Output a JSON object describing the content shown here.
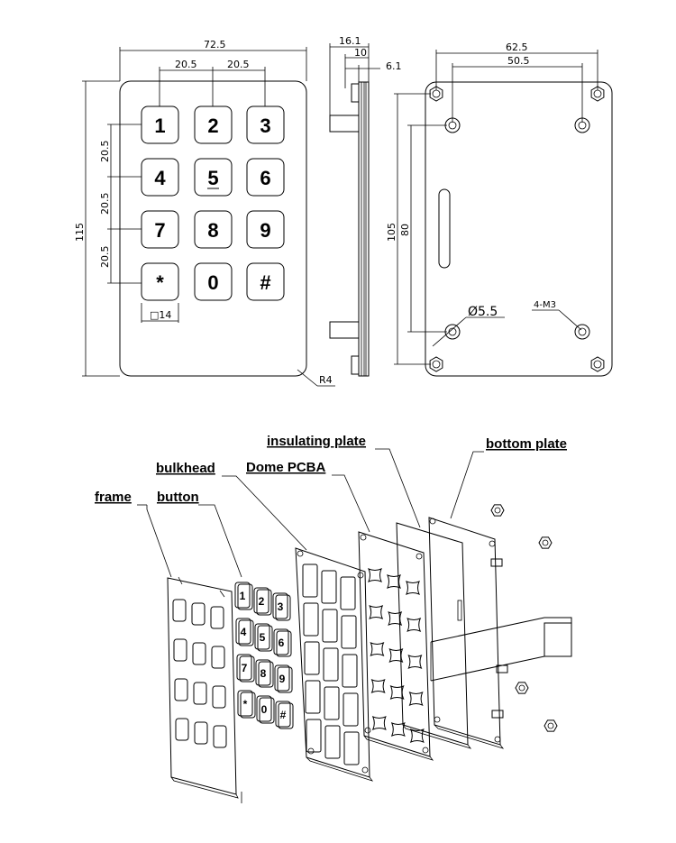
{
  "dimensions": {
    "overall_width": "72.5",
    "key_pitch_h1": "20.5",
    "key_pitch_h2": "20.5",
    "height": "115",
    "pitch_v1": "20.5",
    "pitch_v2": "20.5",
    "pitch_v3": "20.5",
    "key_size": "□14",
    "radius": "R4",
    "side_total": "16.1",
    "side_10": "10",
    "side_6": "6.1",
    "back_width": "62.5",
    "back_hole_span": "50.5",
    "back_height": "105",
    "back_hole_v": "80",
    "hole_dia": "Ø5.5",
    "thread": "4-M3"
  },
  "keypad": {
    "keys": [
      "1",
      "2",
      "3",
      "4",
      "5",
      "6",
      "7",
      "8",
      "9",
      "*",
      "0",
      "#"
    ]
  },
  "exploded": {
    "labels": {
      "frame": "frame",
      "button": "button",
      "bulkhead": "bulkhead",
      "dome_pcba": "Dome PCBA",
      "insulating_plate": "insulating plate",
      "bottom_plate": "bottom plate"
    }
  }
}
